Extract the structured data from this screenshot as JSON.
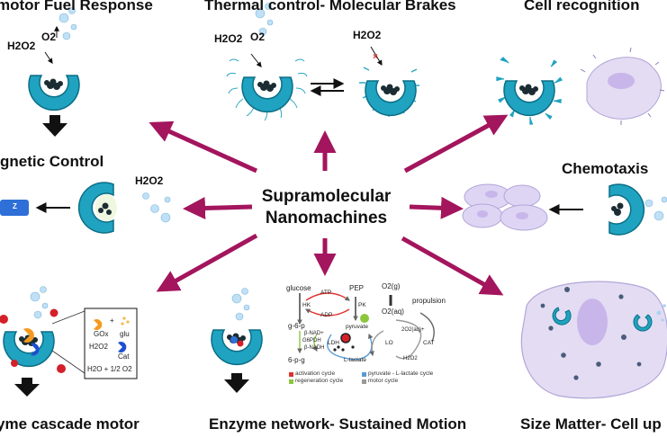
{
  "center": {
    "line1": "Supramolecular",
    "line2": "Nanomachines"
  },
  "panels": {
    "motor_fuel": {
      "title": "motor Fuel Response",
      "h2o2": "H2O2",
      "o2": "O2"
    },
    "thermal": {
      "title": "Thermal control- Molecular Brakes",
      "h2o2_left": "H2O2",
      "o2": "O2",
      "h2o2_right": "H2O2"
    },
    "cell_recognition": {
      "title": "Cell recognition"
    },
    "magnetic": {
      "title": "gnetic Control",
      "h2o2": "H2O2",
      "magnet": "Z"
    },
    "chemotaxis": {
      "title": "Chemotaxis"
    },
    "enzyme_cascade": {
      "title": "yme cascade motor",
      "box": {
        "gox": "GOx",
        "plus": "+",
        "glu": "glu",
        "h2o2": "H2O2",
        "cat": "Cat",
        "products": "H2O + 1/2 O2"
      }
    },
    "enzyme_network": {
      "title": "Enzyme network- Sustained Motion",
      "labels": {
        "glucose": "glucose",
        "pep": "PEP",
        "atp": "ATP",
        "adp": "ADP",
        "hk": "HK",
        "pk": "PK",
        "g6p": "g-6-p",
        "pyruvate": "pyruvate",
        "nad": "β-NAD+",
        "g6pdh": "G6PDH",
        "nadh": "β-NADH",
        "ldh": "LDH",
        "lactate": "L-lactate",
        "pg": "6-p-g",
        "o2g": "O2(g)",
        "o2aq": "O2(aq)",
        "propulsion": "propulsion",
        "lo": "LO",
        "cat": "CAT",
        "h2o2": "H2O2",
        "two_o2aq": "2O2(aq)+"
      },
      "legend": [
        "activation cycle",
        "regeneration cycle",
        "pyruvate - L-lactate cycle",
        "motor cycle"
      ],
      "legend_colors": [
        "#e0312d",
        "#8cc63f",
        "#5b9bd5",
        "#999999"
      ]
    },
    "size_matter": {
      "title": "Size Matter- Cell up"
    }
  },
  "colors": {
    "motor": "#1fa3c0",
    "motor_dark": "#11708a",
    "arrow": "#a3155d",
    "cell": "#d9d2f0",
    "bubble": "#a8d4f0"
  }
}
